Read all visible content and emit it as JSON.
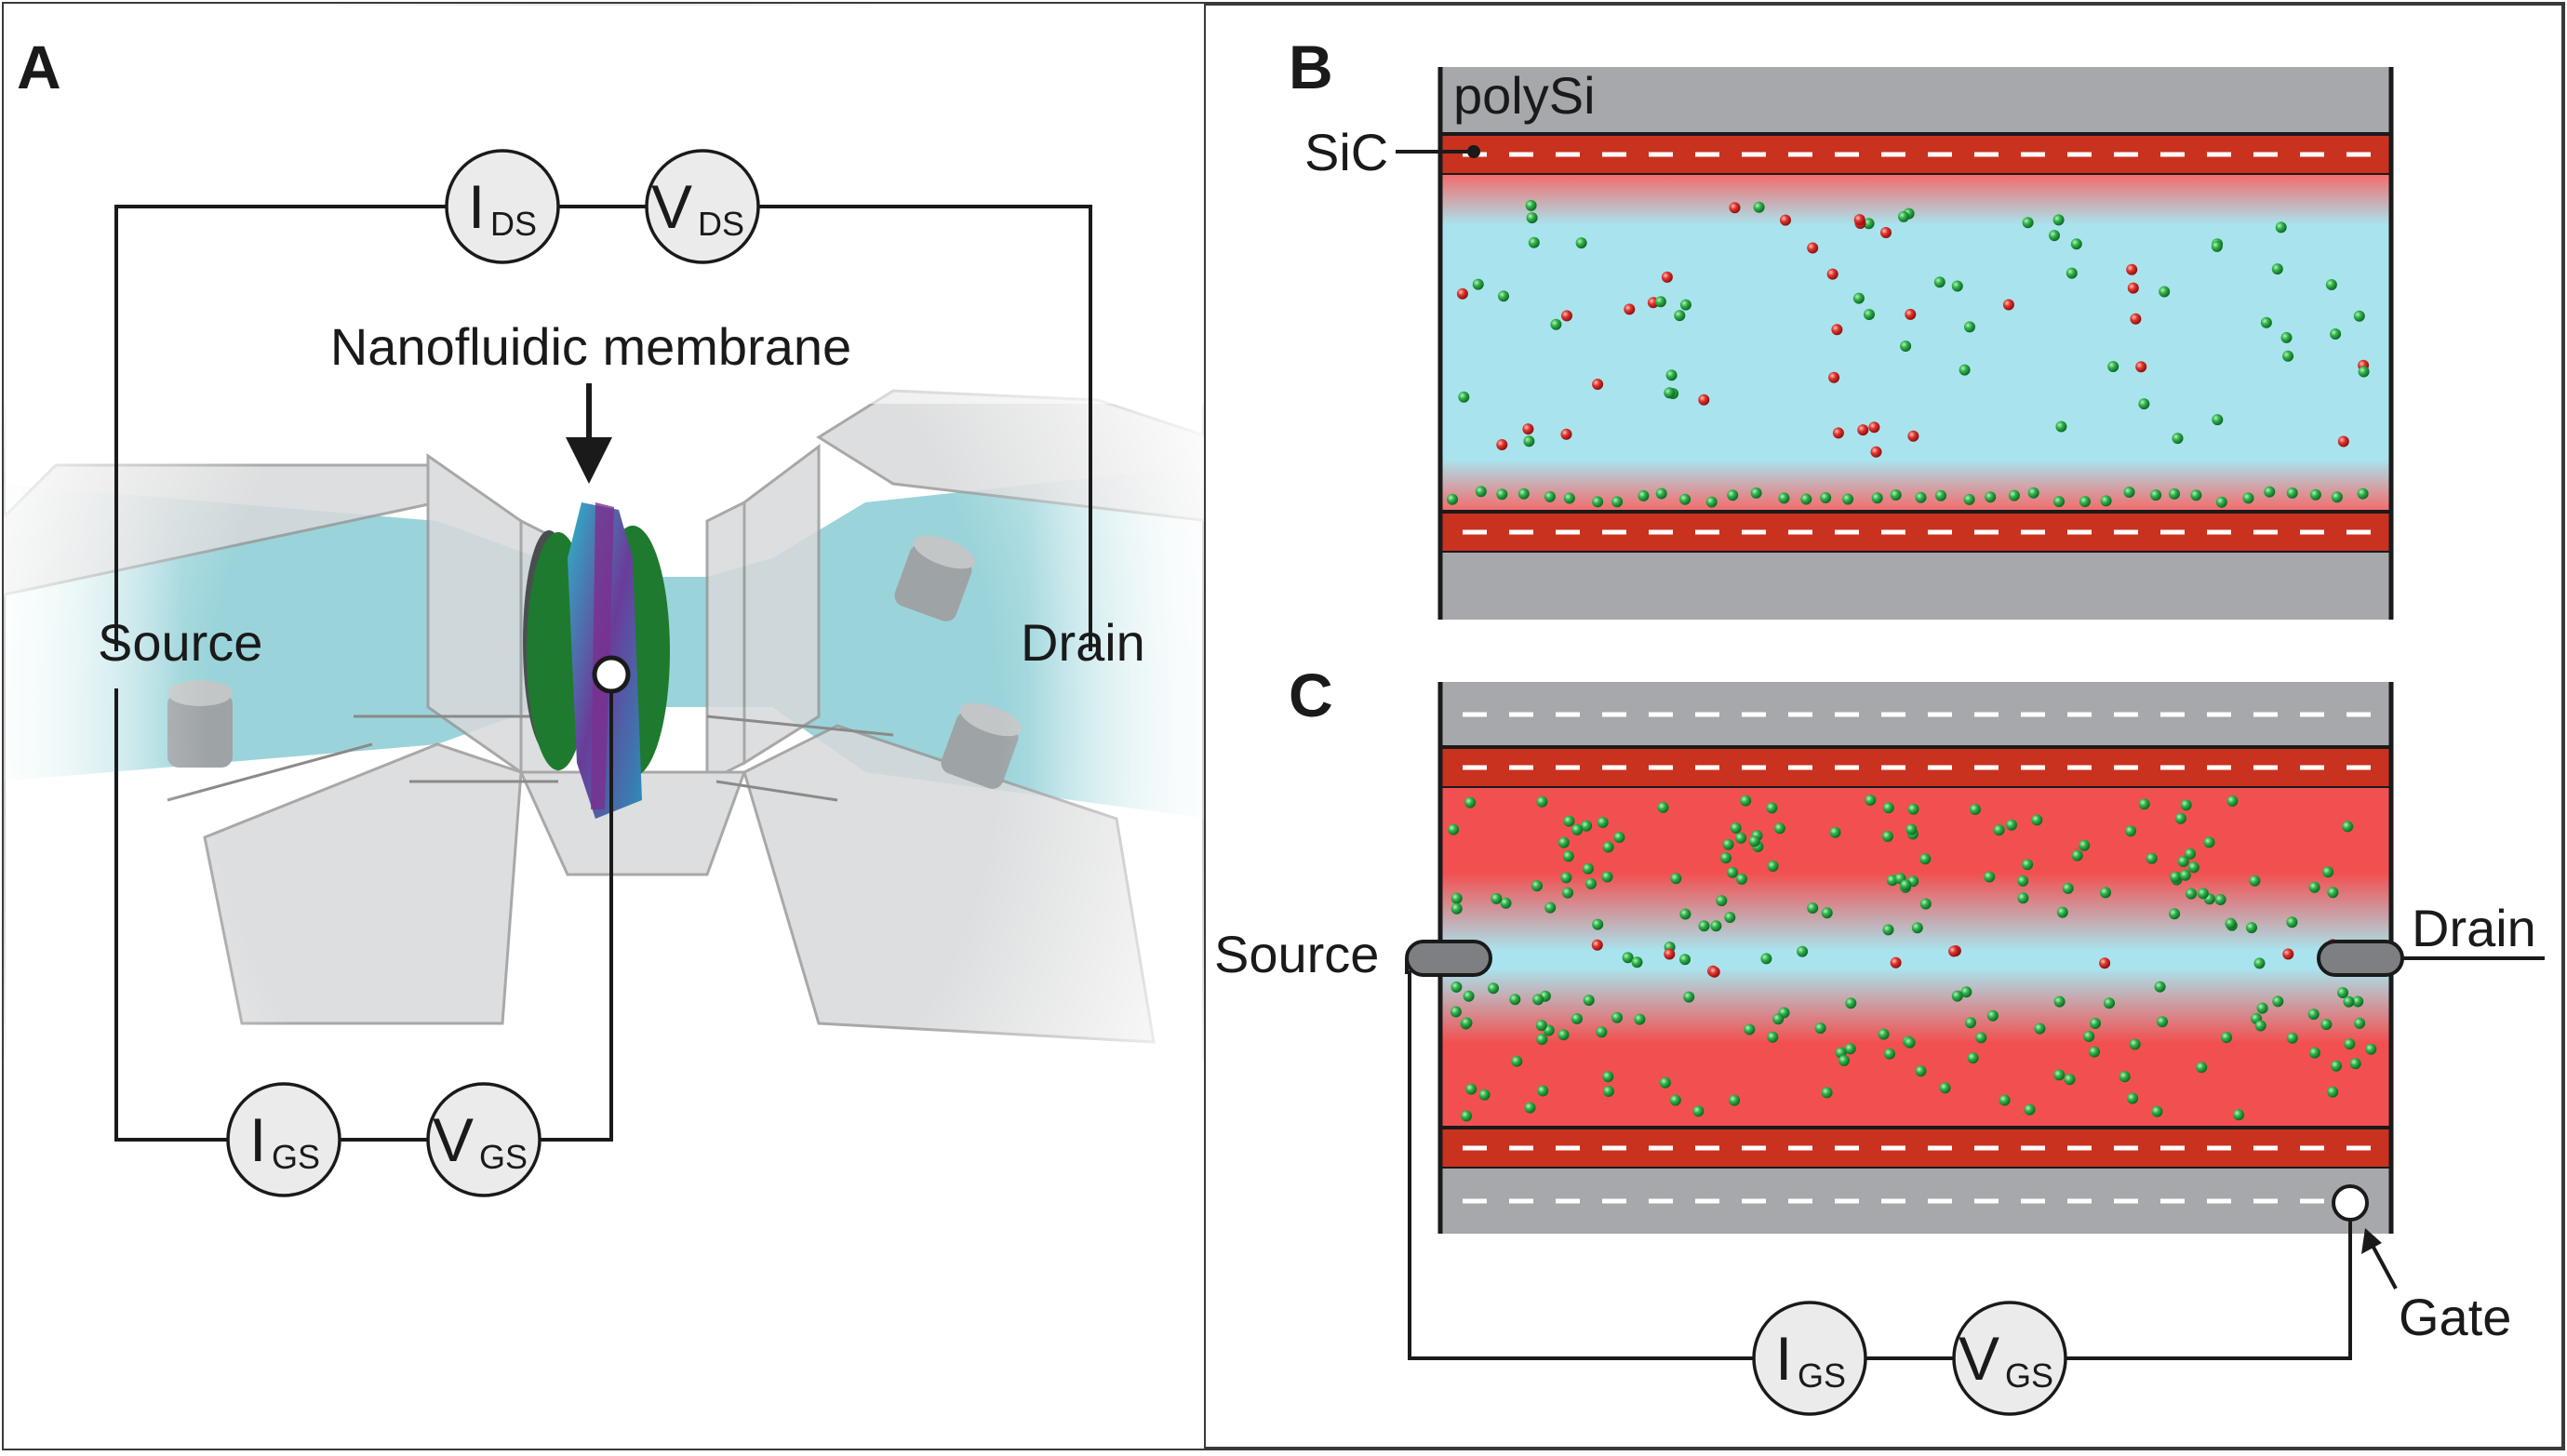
{
  "panels": {
    "a": {
      "label": "A",
      "membrane_label": "Nanofluidic membrane",
      "source_label": "Source",
      "drain_label": "Drain",
      "top_meters": [
        {
          "main": "I",
          "sub": "DS"
        },
        {
          "main": "V",
          "sub": "DS"
        }
      ],
      "bottom_meters": [
        {
          "main": "I",
          "sub": "GS"
        },
        {
          "main": "V",
          "sub": "GS"
        }
      ]
    },
    "b": {
      "label": "B",
      "polysi_label": "polySi",
      "sic_label": "SiC"
    },
    "c": {
      "label": "C",
      "source_label": "Source",
      "drain_label": "Drain",
      "gate_label": "Gate",
      "meters": [
        {
          "main": "I",
          "sub": "GS"
        },
        {
          "main": "V",
          "sub": "GS"
        }
      ]
    }
  },
  "colors": {
    "sic_red": "#c8321f",
    "polysi_gray": "#a6a8ab",
    "fluid_blue": "#a9e4ee",
    "depletion_red": "#f25050",
    "cation_green": "#1f9a3a",
    "anion_red": "#d42a25",
    "membrane_green": "#1e7a2e",
    "membrane_purple": "#7a2f8f",
    "membrane_cyan": "#2bb5c8"
  },
  "icons": {
    "cation": "green-sphere",
    "anion": "red-sphere",
    "gate_contact": "white-circle"
  }
}
